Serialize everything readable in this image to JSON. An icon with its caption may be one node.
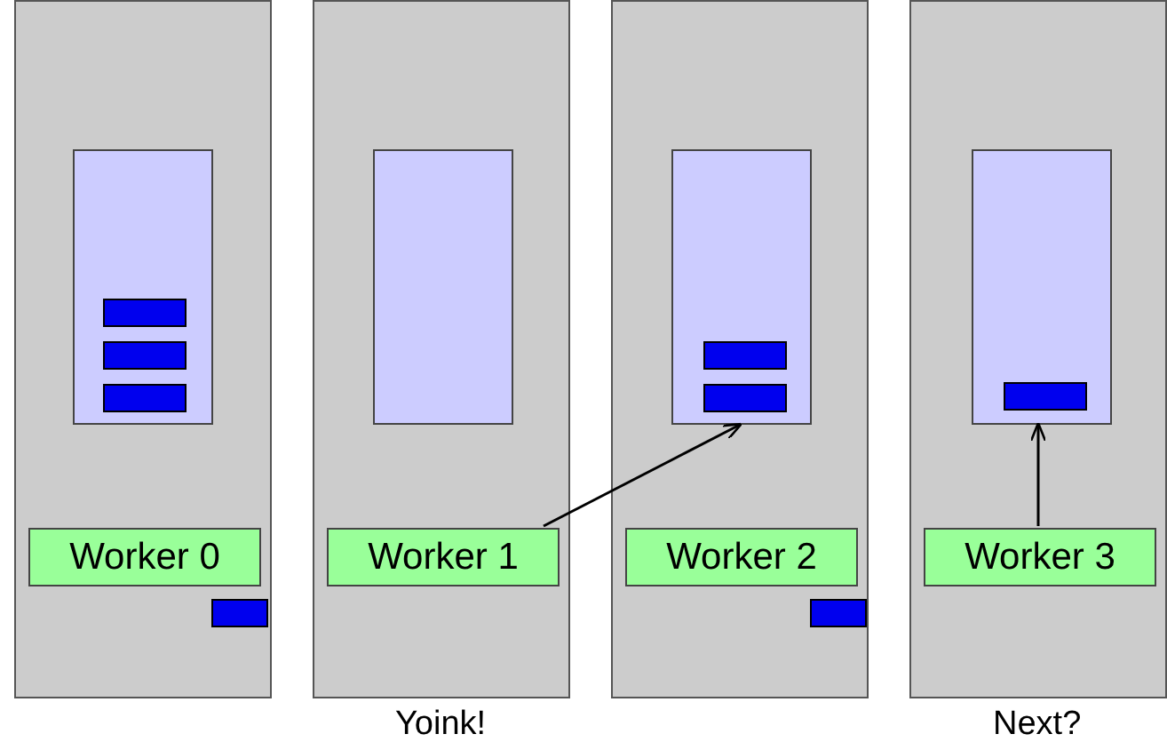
{
  "diagram": {
    "nodes": [
      {
        "text": [],
        "shape": "box"
      },
      {
        "text": [],
        "shape": "box",
        "in": 0
      },
      {
        "text": [],
        "shape": "bar",
        "in": 1
      },
      {
        "text": [],
        "shape": "bar",
        "in": 1
      },
      {
        "text": [],
        "shape": "bar",
        "in": 1
      },
      {
        "text": [
          "Worker 0"
        ],
        "in": 0
      },
      {
        "text": [],
        "shape": "bar",
        "in": 0
      },
      {
        "text": [],
        "shape": "box"
      },
      {
        "text": [],
        "shape": "box",
        "in": 7
      },
      {
        "text": [
          "Worker 1"
        ],
        "in": 7
      },
      {
        "text": [],
        "shape": "box"
      },
      {
        "text": [],
        "shape": "box",
        "in": 10
      },
      {
        "text": [],
        "shape": "bar",
        "in": 11
      },
      {
        "text": [],
        "shape": "bar",
        "in": 11
      },
      {
        "text": [
          "Worker 2"
        ],
        "in": 10
      },
      {
        "text": [],
        "shape": "bar",
        "in": 10
      },
      {
        "text": [],
        "shape": "box"
      },
      {
        "text": [],
        "shape": "box",
        "in": 16
      },
      {
        "text": [],
        "shape": "bar",
        "in": 17
      },
      {
        "text": [
          "Worker 3"
        ],
        "in": 16
      }
    ],
    "edges": [
      {
        "from": 9,
        "to": 11,
        "arrow": "to"
      },
      {
        "from": 19,
        "to": 17,
        "arrow": "to"
      }
    ],
    "labels": [
      "Yoink!",
      "Next?"
    ]
  }
}
